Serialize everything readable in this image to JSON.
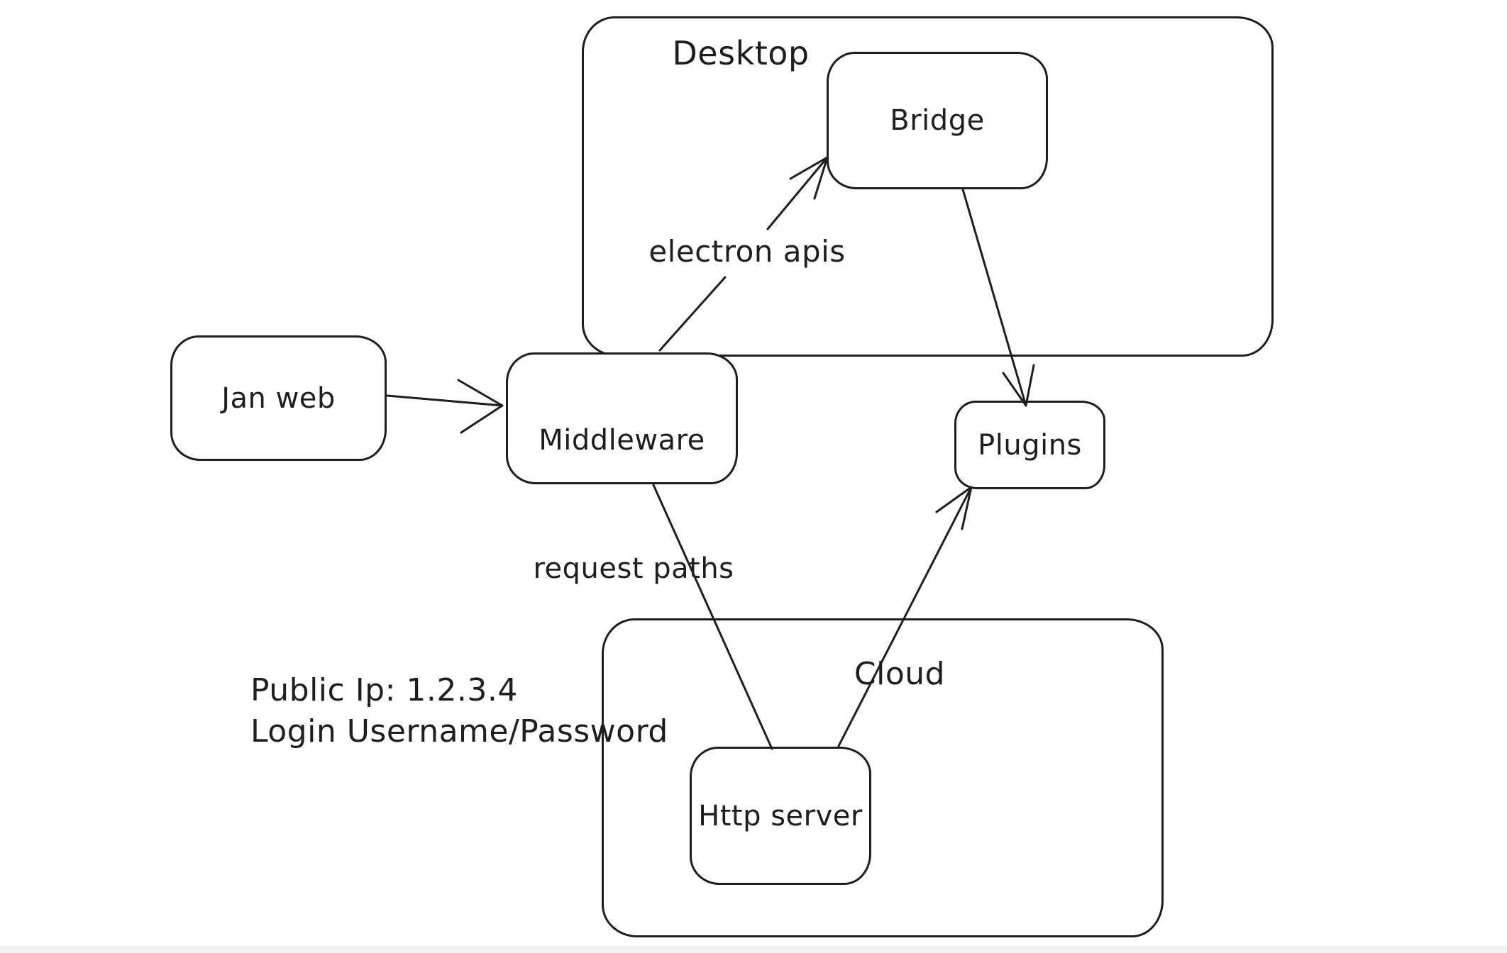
{
  "canvas": {
    "background": "#ffffff",
    "stroke_color": "#1e1e1e",
    "bottom_strip_color": "#f0f0f1"
  },
  "containers": {
    "desktop": {
      "label": "Desktop"
    },
    "cloud": {
      "label": "Cloud"
    }
  },
  "nodes": {
    "jan_web": {
      "label": "Jan web"
    },
    "middleware": {
      "label": "Middleware"
    },
    "bridge": {
      "label": "Bridge"
    },
    "plugins": {
      "label": "Plugins"
    },
    "http_server": {
      "label": "Http server"
    }
  },
  "edges": [
    {
      "from": "Jan web",
      "to": "Middleware",
      "label": ""
    },
    {
      "from": "Middleware",
      "to": "Bridge",
      "label": "electron apis"
    },
    {
      "from": "Bridge",
      "to": "Plugins",
      "label": ""
    },
    {
      "from": "Middleware",
      "to": "Http server",
      "label": "request paths"
    },
    {
      "from": "Http server",
      "to": "Plugins",
      "label": ""
    }
  ],
  "edge_labels": {
    "electron_apis": "electron apis",
    "request_paths": "request paths"
  },
  "annotations": {
    "public_ip": "Public Ip: 1.2.3.4",
    "login": "Login Username/Password"
  }
}
